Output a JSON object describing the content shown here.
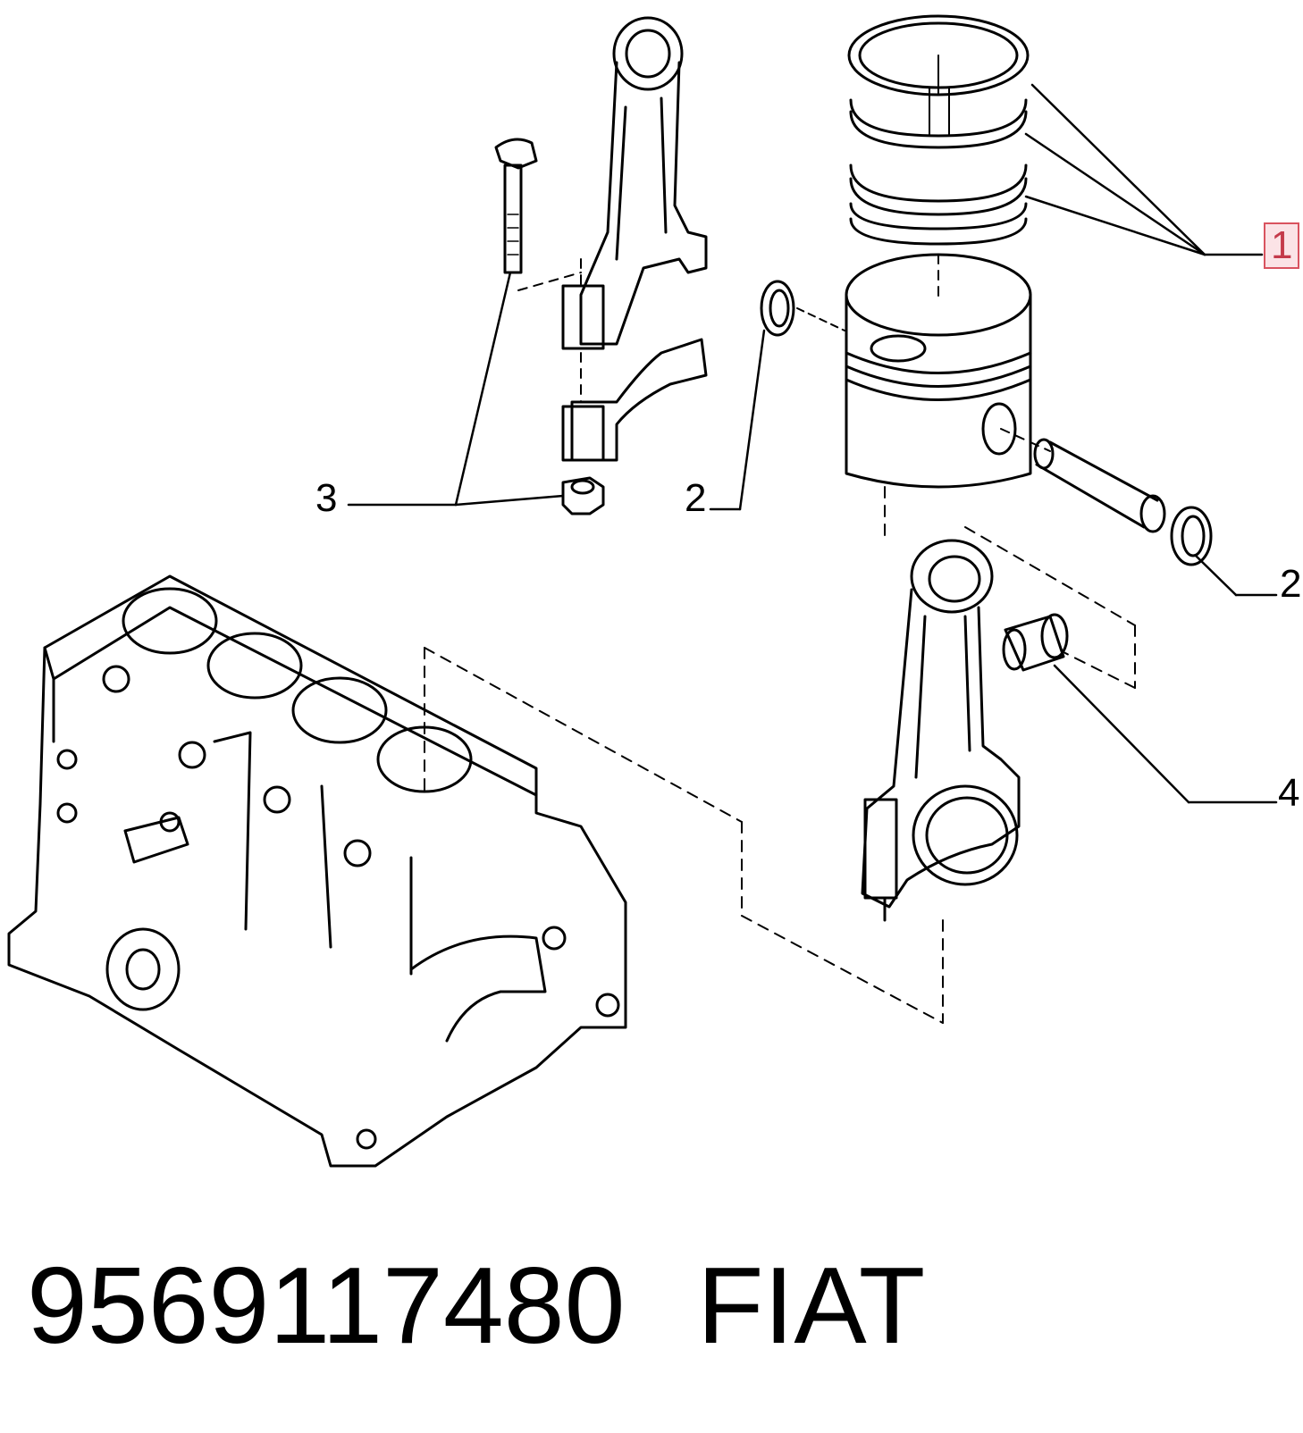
{
  "callouts": {
    "c1": "1",
    "c2a": "2",
    "c2b": "2",
    "c3": "3",
    "c4": "4"
  },
  "footer": {
    "part_number": "9569117480",
    "brand": "FIAT"
  },
  "colors": {
    "line": "#000000",
    "highlight_border": "#d9535f",
    "highlight_fill": "#fbe3e6"
  }
}
